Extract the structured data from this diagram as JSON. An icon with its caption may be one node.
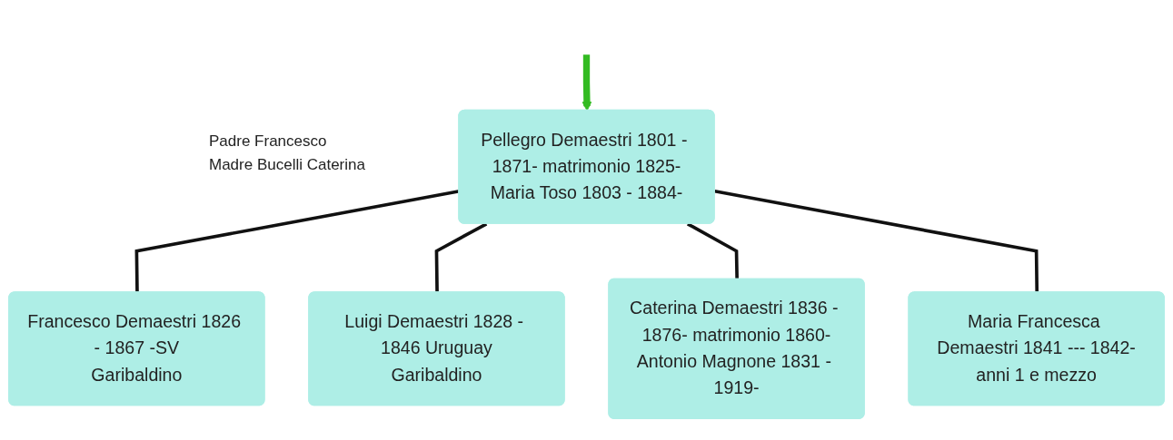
{
  "diagram": {
    "nodes": [
      {
        "text": [
          "Pellegro Demaestri 1801 - 1871- matrimonio 1825-",
          "Maria Toso 1803 - 1884-"
        ]
      },
      {
        "text": [
          "Francesco Demaestri 1826 - 1867 -SV",
          "Garibaldino"
        ]
      },
      {
        "text": [
          "Luigi Demaestri 1828 - 1846 Uruguay",
          "Garibaldino"
        ]
      },
      {
        "text": [
          "Caterina Demaestri 1836 - 1876- matrimonio 1860-",
          "Antonio Magnone 1831 - 1919-"
        ]
      },
      {
        "text": [
          "Maria Francesca Demaestri 1841 --- 1842-",
          "anni 1 e mezzo"
        ]
      }
    ],
    "edges": [
      {
        "from": null,
        "to": 0,
        "arrow": "to",
        "style": "thick",
        "color": "#33bb22"
      },
      {
        "from": 0,
        "to": 1,
        "arrow": "none"
      },
      {
        "from": 0,
        "to": 2,
        "arrow": "none"
      },
      {
        "from": 0,
        "to": 3,
        "arrow": "none"
      },
      {
        "from": 0,
        "to": 4,
        "arrow": "none"
      }
    ],
    "labels": [
      "Padre Francesco",
      "Madre Bucelli Caterina"
    ]
  }
}
